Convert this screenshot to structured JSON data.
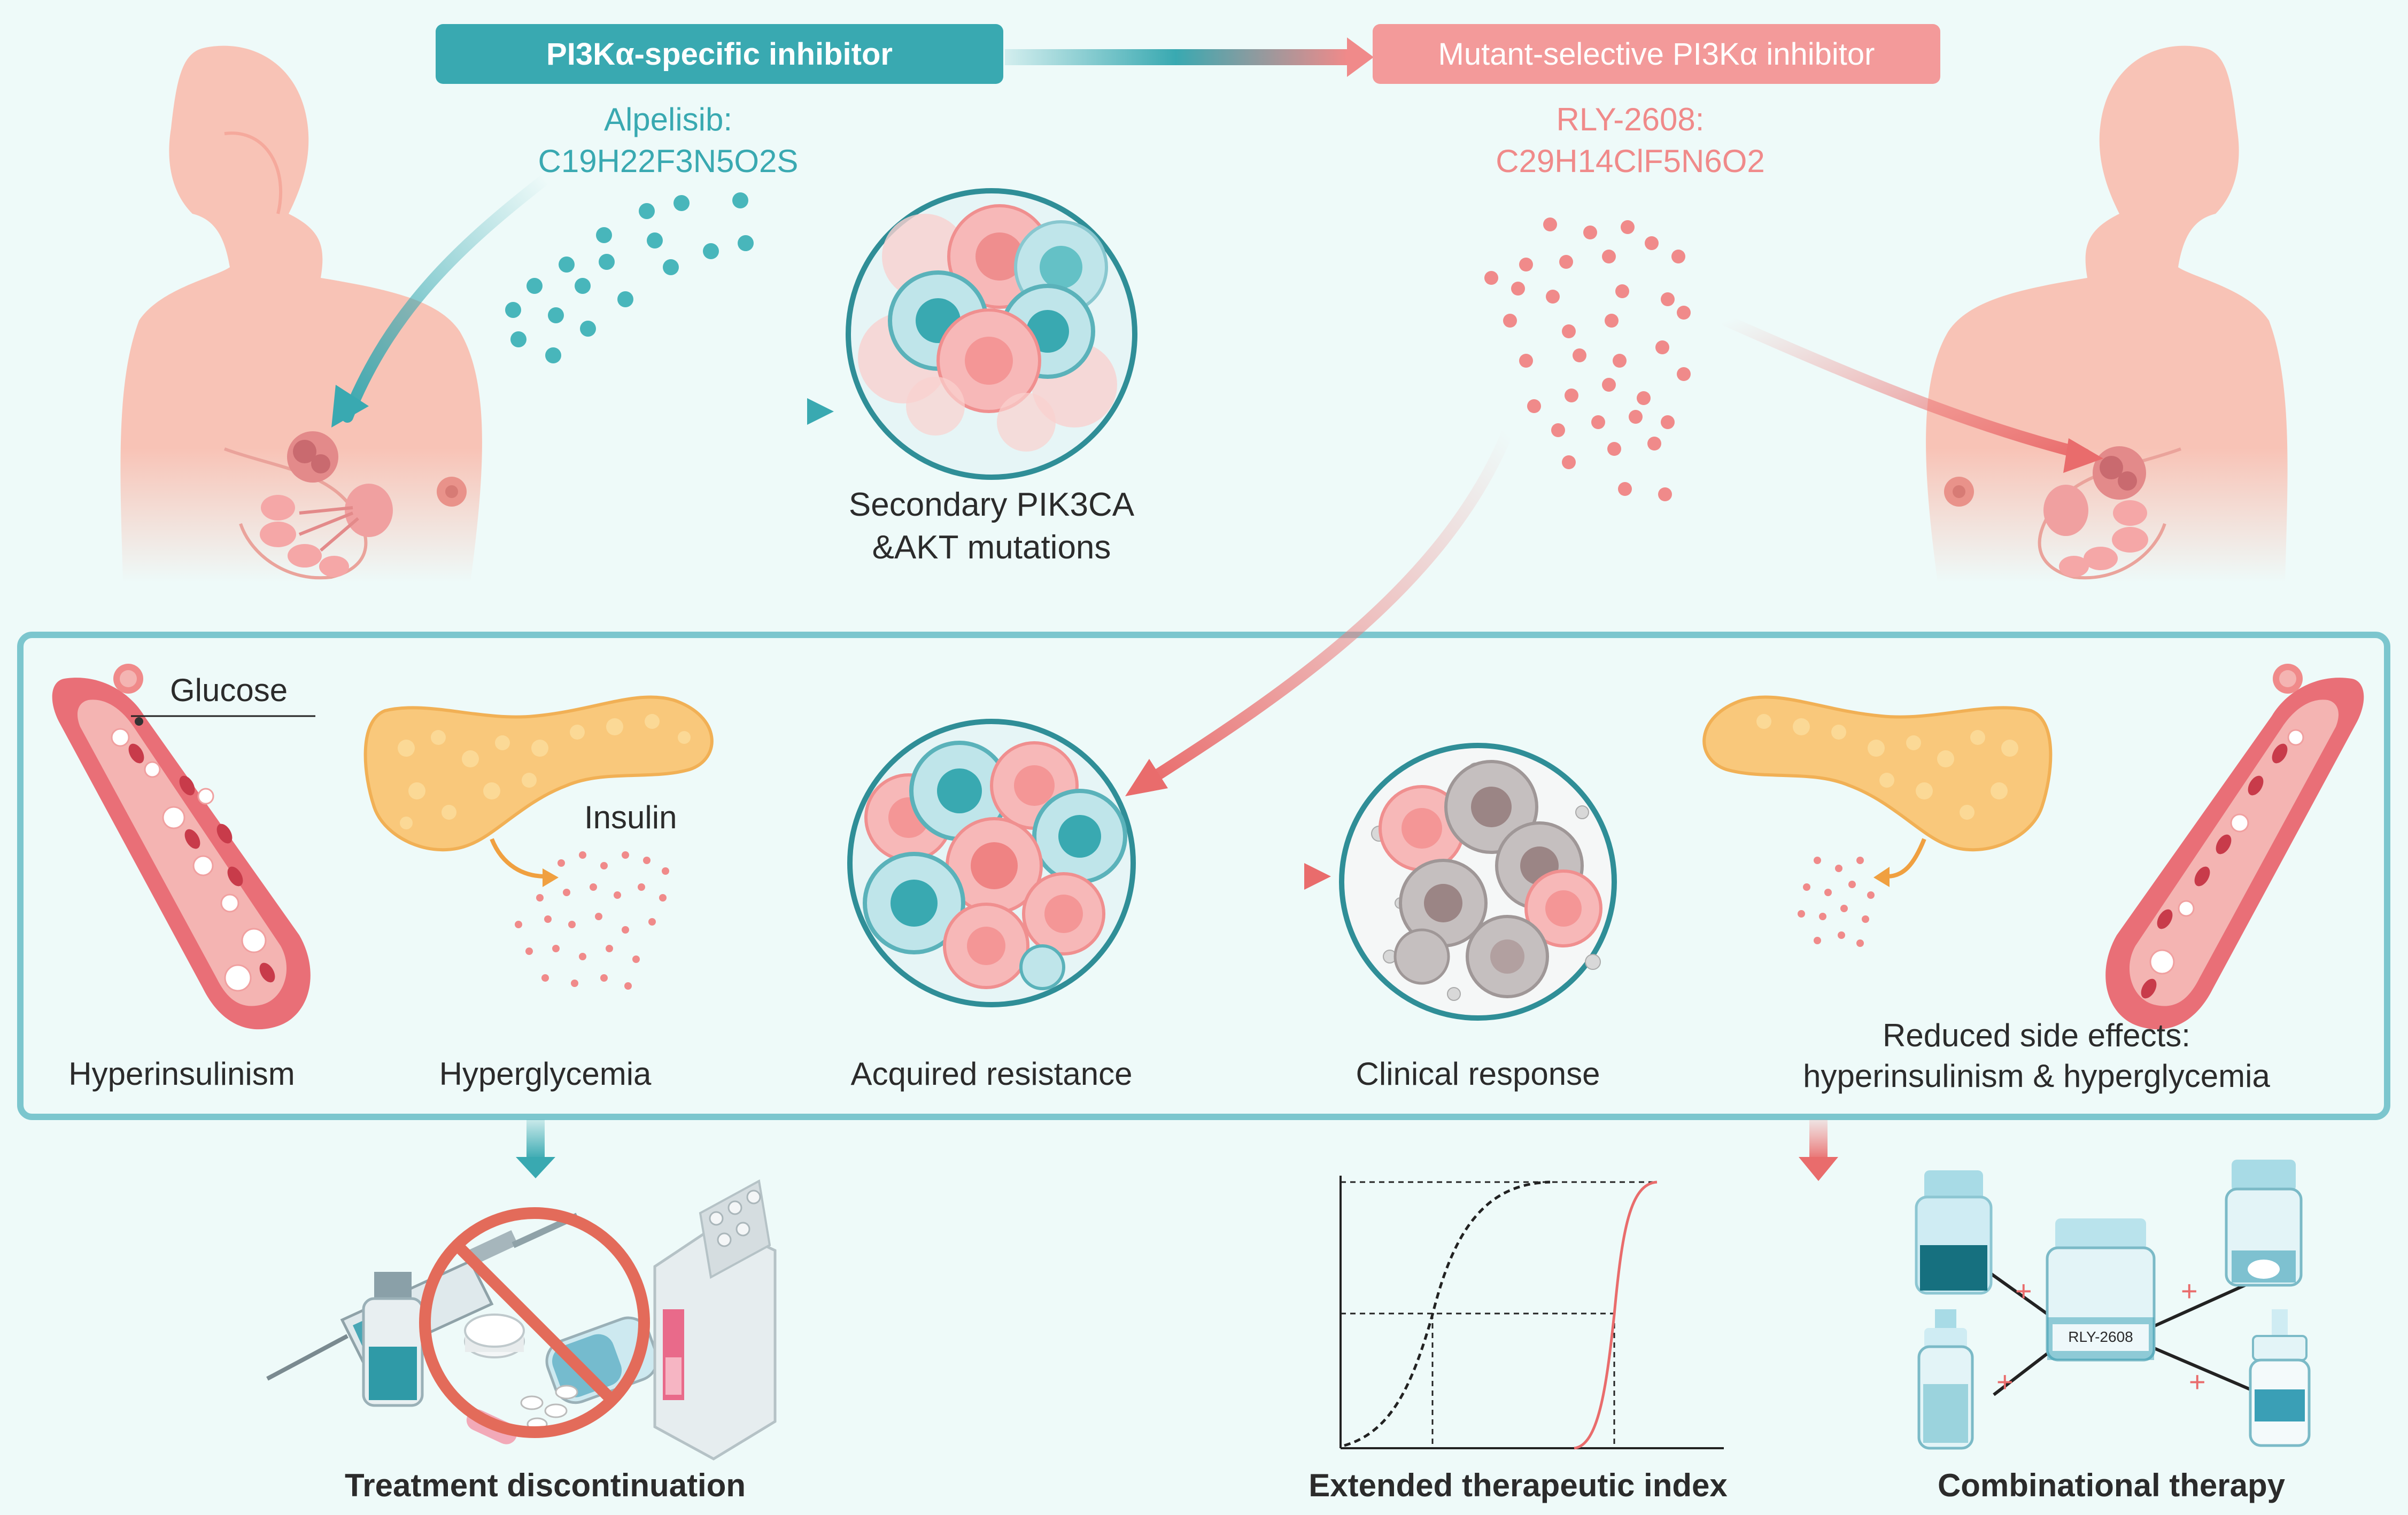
{
  "colors": {
    "teal": "#39a9b1",
    "pink": "#f39a9a",
    "red": "#e97f7f",
    "skin": "#f8c4b8",
    "panel_border": "#7cc6ce",
    "background": "#eefaf9"
  },
  "header": {
    "left_pill": "PI3Kα-specific inhibitor",
    "right_pill": "Mutant-selective PI3Kα inhibitor"
  },
  "drugs": {
    "left_name": "Alpelisib:",
    "left_formula": "C19H22F3N5O2S",
    "right_name": "RLY-2608:",
    "right_formula": "C29H14ClF5N6O2"
  },
  "top_center_label": {
    "line1": "Secondary PIK3CA",
    "line2": "&AKT mutations"
  },
  "panel": {
    "glucose": "Glucose",
    "insulin": "Insulin",
    "hyperinsulinism": "Hyperinsulinism",
    "hyperglycemia": "Hyperglycemia",
    "acquired_resistance": "Acquired resistance",
    "clinical_response": "Clinical response",
    "reduced_line1": "Reduced side effects:",
    "reduced_line2": "hyperinsulinism & hyperglycemia"
  },
  "bottom": {
    "treatment_discontinuation": "Treatment discontinuation",
    "extended_index": "Extended therapeutic index",
    "combinational_therapy": "Combinational therapy",
    "center_bottle_label": "RLY-2608",
    "plus_sign": "+"
  },
  "icons": [
    "female-silhouette-icon",
    "tumor-icon",
    "cell-cluster-icon",
    "blood-vessel-icon",
    "pancreas-icon",
    "syringe-icon",
    "prohibited-icon",
    "pill-bottle-icon",
    "blister-pack-icon",
    "dose-response-curve-icon",
    "medicine-bottle-icon",
    "nasal-spray-icon"
  ]
}
